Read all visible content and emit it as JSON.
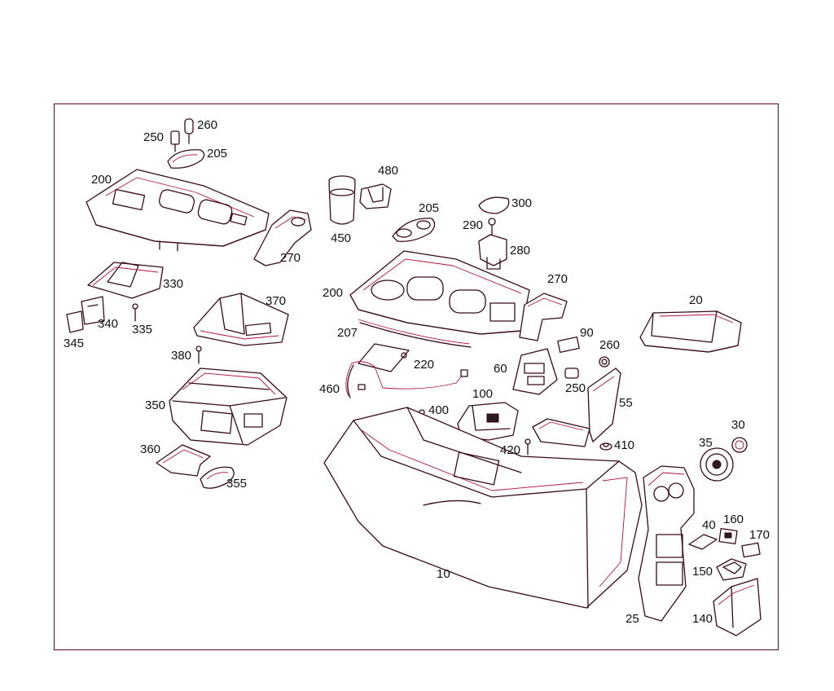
{
  "diagram": {
    "frame_color": "#5a0a1e",
    "line_color": "#3a0a14",
    "accent_color": "#b3123c",
    "labels": {
      "p250": "250",
      "p260a": "260",
      "p205a": "205",
      "p200a": "200",
      "p270a": "270",
      "p330": "330",
      "p340": "340",
      "p345": "345",
      "p335": "335",
      "p370": "370",
      "p380": "380",
      "p350": "350",
      "p360": "360",
      "p355": "355",
      "p450": "450",
      "p480": "480",
      "p205b": "205",
      "p200b": "200",
      "p207": "207",
      "p220": "220",
      "p460": "460",
      "p400": "400",
      "p100": "100",
      "p420": "420",
      "p300": "300",
      "p290": "290",
      "p280": "280",
      "p270b": "270",
      "p60": "60",
      "p90": "90",
      "p260b": "260",
      "p250b": "250",
      "p55": "55",
      "p410": "410",
      "p10": "10",
      "p20": "20",
      "p30": "30",
      "p35": "35",
      "p40": "40",
      "p160": "160",
      "p170": "170",
      "p150": "150",
      "p25": "25",
      "p140": "140"
    }
  }
}
